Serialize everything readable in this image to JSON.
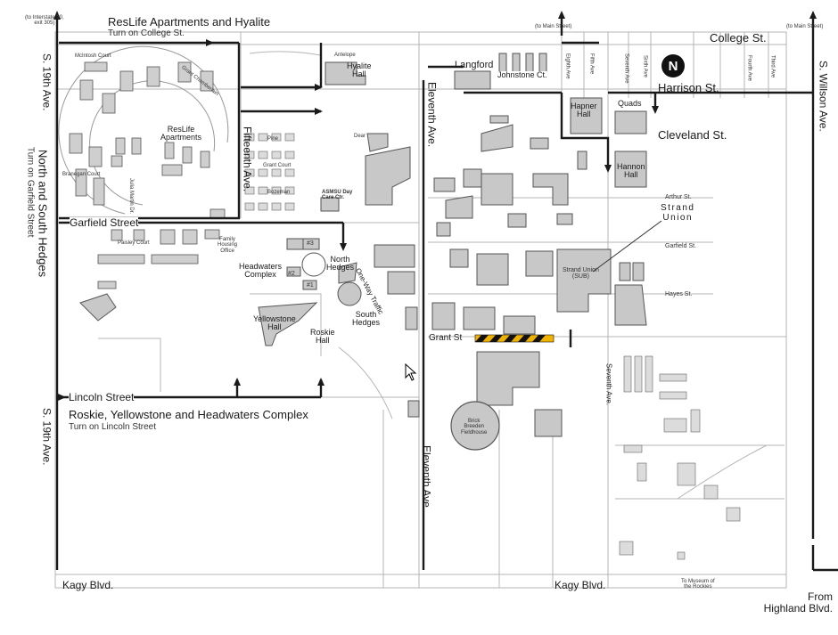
{
  "routes": {
    "reslife": {
      "title": "ResLife Apartments and Hyalite",
      "sub": "Turn on College St."
    },
    "north_south_hedges": {
      "title": "North and South Hedges",
      "sub": "Turn on Garfield Street"
    },
    "roskie": {
      "title": "Roskie, Yellowstone and Headwaters Complex",
      "sub": "Turn on Lincoln Street"
    }
  },
  "notes": {
    "interstate": "(to Interstate 90,\nexit 305)",
    "main_street_1": "(to Main Street)",
    "main_street_2": "(to Main Street)",
    "from_highland": "From\nHighland Blvd.",
    "museum": "To Museum of\nthe Rockies"
  },
  "streets": {
    "s19th_top": "S. 19th Ave.",
    "s19th_bottom": "S. 19th Ave.",
    "garfield": "Garfield Street",
    "lincoln": "Lincoln Street",
    "kagy_left": "Kagy Blvd.",
    "kagy_mid": "Kagy Blvd.",
    "college": "College St.",
    "harrison": "Harrison St.",
    "cleveland": "Cleveland St.",
    "willson": "S. Willson Ave.",
    "eleventh_top": "Eleventh Ave.",
    "eleventh_bottom": "Eleventh Ave.",
    "fifteenth": "Fifteenth Ave.",
    "grant": "Grant St",
    "seventh": "Seventh Ave.",
    "one_way": "One-Way Traffic",
    "arthur": "Arthur St.",
    "garfield_small": "Garfield St.",
    "hayes": "Hayes St.",
    "grant_chamber": "Grant Chamberlain",
    "fifth_ave": "Fifth Ave",
    "sixth_ave": "Sixth Ave",
    "eighth_ave": "Eighth Ave",
    "seventh_ave_small": "Seventh Ave",
    "fourth_ave": "Fourth Ave",
    "third_ave": "Third Ave"
  },
  "buildings": {
    "hyalite": "Hyalite\nHall",
    "langford": "Langford",
    "johnstone": "Johnstone Ct.",
    "hapner": "Hapner\nHall",
    "quads": "Quads",
    "hannon": "Hannon\nHall",
    "strand_union_callout": "Strand\nUnion",
    "strand_union": "Strand Union\n(SUB)",
    "reslife_apts": "ResLife\nApartments",
    "north_hedges": "North\nHedges",
    "south_hedges": "South\nHedges",
    "headwaters": "Headwaters\nComplex",
    "yellowstone": "Yellowstone\nHall",
    "roskie": "Roskie\nHall",
    "brick_breeden": "Brick\nBreeden\nFieldhouse",
    "asmsu": "ASMSU Day\nCare Ctr.",
    "family_housing": "Family\nHousing\nOffice",
    "mcintosh": "McIntosh Court",
    "branegan": "Branegan Court",
    "paisley": "Paisley Court",
    "julia_martin": "Julia Martin Dr.",
    "headwaters_num2": "#2",
    "headwaters_num3": "#3",
    "headwaters_num1": "#1",
    "pine": "Pine",
    "dear": "Dear",
    "antelope": "Antelope",
    "grant_court": "Grant Court",
    "bozeman": "Bozeman"
  },
  "compass": "N",
  "colors": {
    "route": "#1a1a1a",
    "building": "#c8c8c8",
    "building_stroke": "#555555",
    "street_line": "#9a9a9a",
    "barrier_yellow": "#f2b300"
  }
}
